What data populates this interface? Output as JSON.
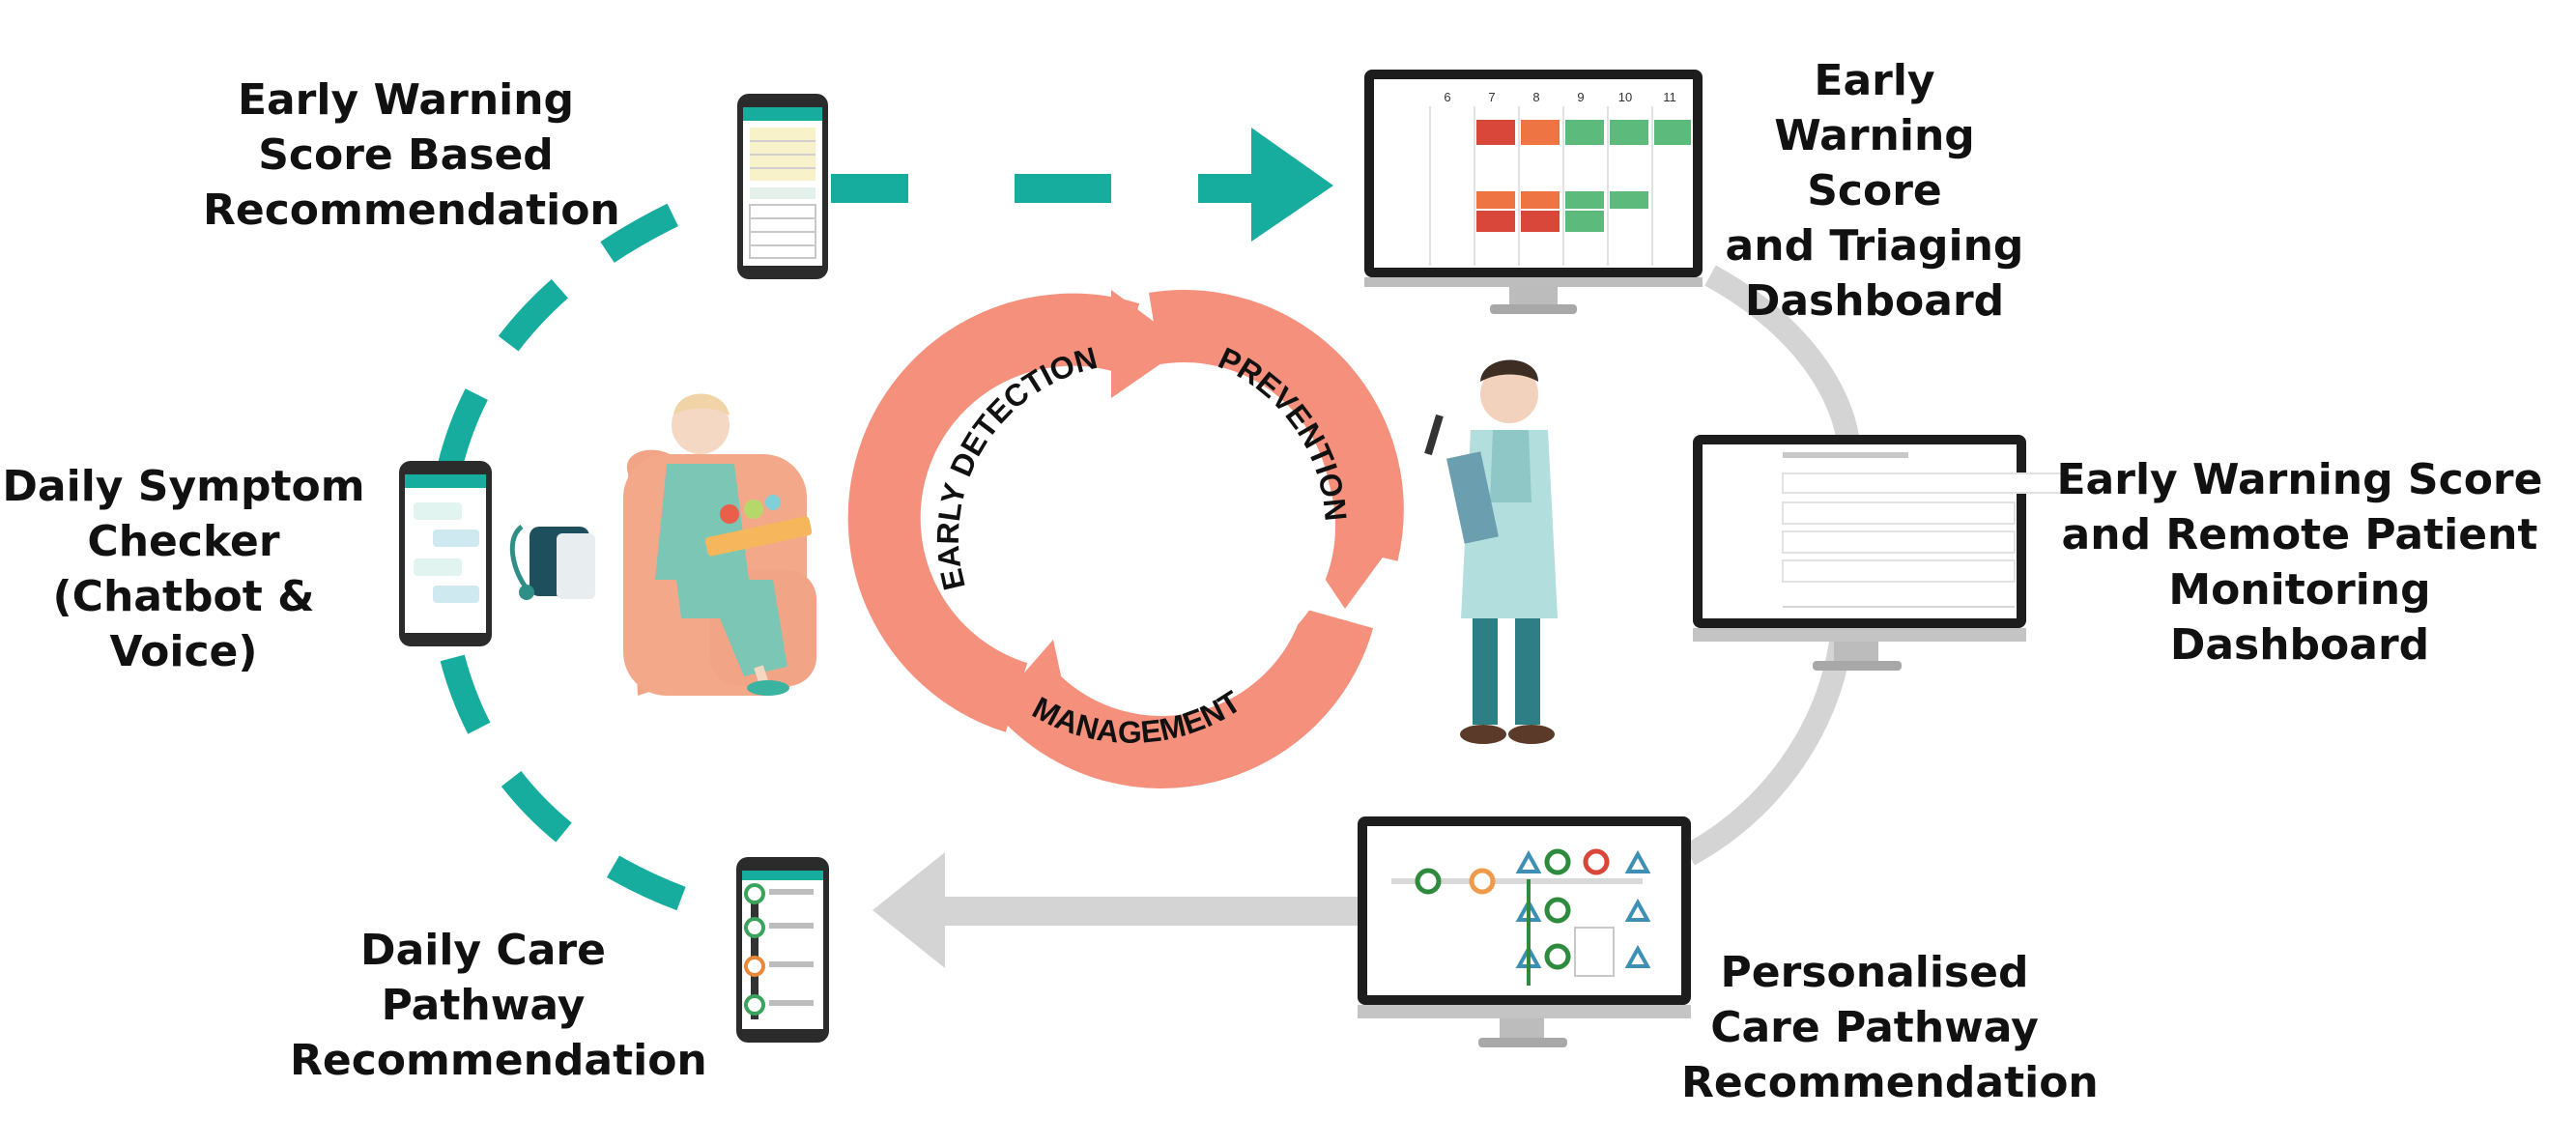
{
  "labels": {
    "ews_recommendation": "Early Warning\nScore Based\nRecommendation",
    "ews_triaging_dashboard": "Early Warning\nScore\nand Triaging\nDashboard",
    "ews_rpm_dashboard": "Early Warning Score\nand Remote Patient\nMonitoring Dashboard",
    "daily_symptom_checker": "Daily Symptom\nChecker\n(Chatbot & Voice)",
    "daily_care_pathway": "Daily Care\nPathway\nRecommendation",
    "personalised_care_pathway": "Personalised\nCare Pathway\nRecommendation"
  },
  "cycle": {
    "early_detection": "EARLY DETECTION",
    "prevention": "PREVENTION",
    "management": "MANAGEMENT"
  },
  "screens": {
    "calendar_days": [
      "6",
      "7",
      "8",
      "9",
      "10",
      "11"
    ]
  },
  "colors": {
    "teal": "#16ad9f",
    "grey_arrow": "#d4d4d4",
    "salmon_cycle": "#f4907c",
    "red_tile": "#d8473a",
    "orange_tile": "#ee7543",
    "green_tile": "#5cbb7c"
  },
  "icons": [
    "phone-icon",
    "monitor-icon",
    "elderly-patient-illustration",
    "doctor-illustration",
    "blood-pressure-monitor-icon"
  ]
}
